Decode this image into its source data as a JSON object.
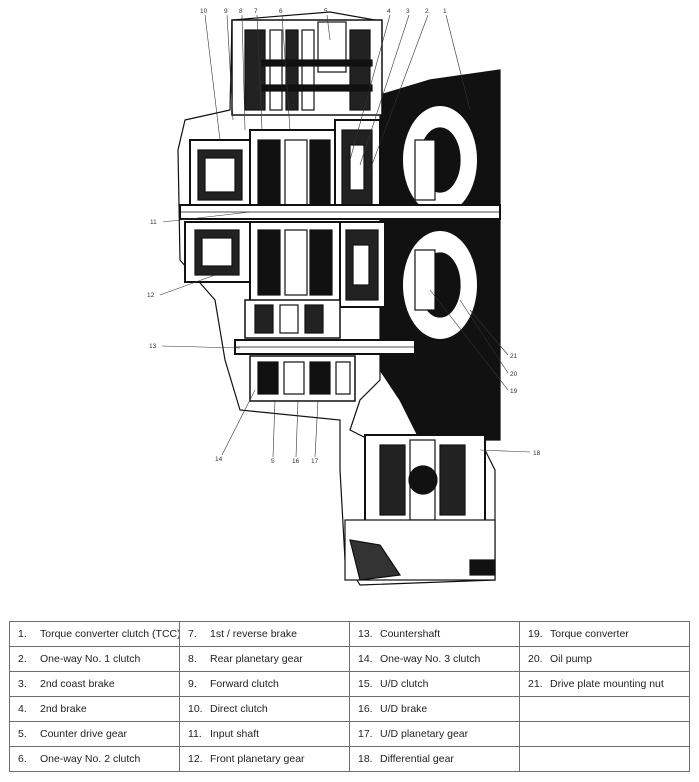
{
  "diagram": {
    "callouts": {
      "c1": "1",
      "c2": "2",
      "c3": "3",
      "c4": "4",
      "c5": "5",
      "c6": "6",
      "c7": "7",
      "c8": "8",
      "c9": "9",
      "c10": "10",
      "c11": "11",
      "c12": "12",
      "c13": "13",
      "c14": "14",
      "c5b": "5",
      "c16": "16",
      "c17": "17",
      "c18": "18",
      "c19": "19",
      "c20": "20",
      "c21": "21"
    }
  },
  "legend": {
    "rows": [
      [
        {
          "num": "1.",
          "label": "Torque converter clutch (TCC)"
        },
        {
          "num": "7.",
          "label": "1st / reverse brake"
        },
        {
          "num": "13.",
          "label": "Countershaft"
        },
        {
          "num": "19.",
          "label": "Torque converter"
        }
      ],
      [
        {
          "num": "2.",
          "label": "One-way No. 1 clutch"
        },
        {
          "num": "8.",
          "label": "Rear planetary gear"
        },
        {
          "num": "14.",
          "label": "One-way No. 3 clutch"
        },
        {
          "num": "20.",
          "label": "Oil pump"
        }
      ],
      [
        {
          "num": "3.",
          "label": "2nd coast brake"
        },
        {
          "num": "9.",
          "label": "Forward clutch"
        },
        {
          "num": "15.",
          "label": "U/D clutch"
        },
        {
          "num": "21.",
          "label": "Drive plate mounting nut"
        }
      ],
      [
        {
          "num": "4.",
          "label": "2nd brake"
        },
        {
          "num": "10.",
          "label": "Direct clutch"
        },
        {
          "num": "16.",
          "label": "U/D brake"
        },
        {
          "num": "",
          "label": ""
        }
      ],
      [
        {
          "num": "5.",
          "label": "Counter drive gear"
        },
        {
          "num": "11.",
          "label": "Input shaft"
        },
        {
          "num": "17.",
          "label": "U/D planetary gear"
        },
        {
          "num": "",
          "label": ""
        }
      ],
      [
        {
          "num": "6.",
          "label": "One-way No. 2 clutch"
        },
        {
          "num": "12.",
          "label": "Front planetary gear"
        },
        {
          "num": "18.",
          "label": "Differential gear"
        },
        {
          "num": "",
          "label": ""
        }
      ]
    ]
  }
}
